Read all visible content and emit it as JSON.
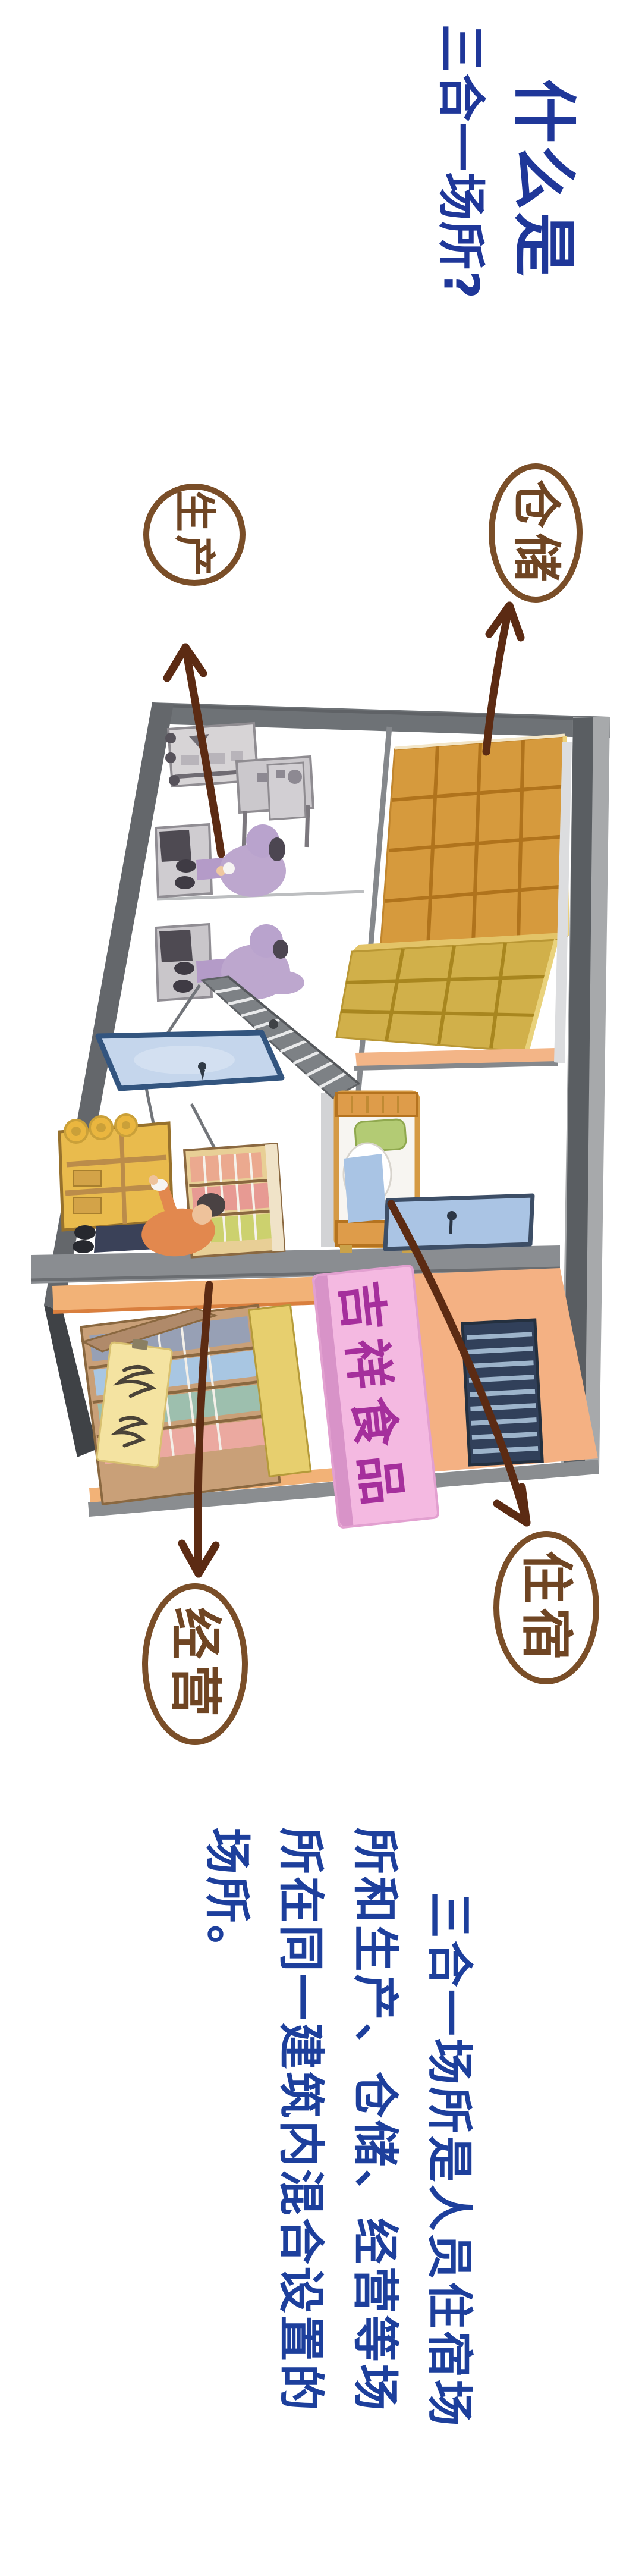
{
  "page": {
    "background_color": "#ffffff",
    "orientation_note": "landscape infographic rotated 90deg clockwise",
    "accent_blue": "#1f3799",
    "body_blue": "#1d3f9c",
    "label_brown": "#6f4523",
    "arrow_brown": "#5c2b13"
  },
  "title": {
    "line1": "什么是",
    "line2": "三合一场所?"
  },
  "labels": {
    "storage": "仓储",
    "production": "生产",
    "business": "经营",
    "accommodation": "住宿"
  },
  "illustration": {
    "shop_sign": {
      "text": "吉祥食品",
      "bg_color": "#f4b9e1",
      "text_color": "#a52f9c"
    }
  },
  "paragraph": {
    "lines": [
      "三合一场所是人员住宿场",
      "所和生产、仓储、经营等场",
      "所在同一建筑内混合设置的",
      "场所。"
    ]
  }
}
